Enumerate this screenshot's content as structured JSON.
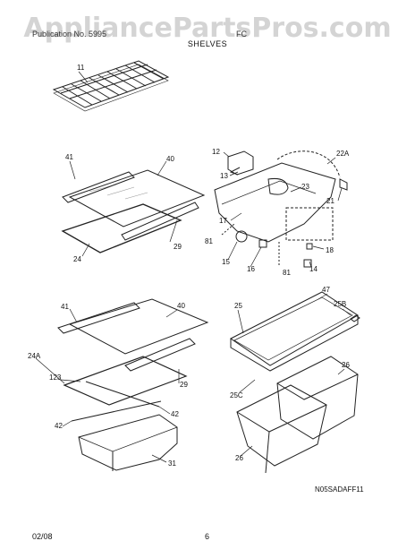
{
  "watermark": "AppliancePartsPros.com",
  "header_left": "Publication No. 5995",
  "header_right": "FC",
  "section_title": "SHELVES",
  "part_labels": [
    "11",
    "41",
    "40",
    "29",
    "24",
    "12",
    "13",
    "22A",
    "23",
    "21",
    "17",
    "81",
    "15",
    "16",
    "81",
    "14",
    "18",
    "41",
    "40",
    "24A",
    "123",
    "29",
    "42",
    "42",
    "31",
    "25",
    "47",
    "25B",
    "26",
    "25C",
    "26"
  ],
  "diagram_code": "N05SADAFF11",
  "footer_date": "02/08",
  "footer_page": "6"
}
